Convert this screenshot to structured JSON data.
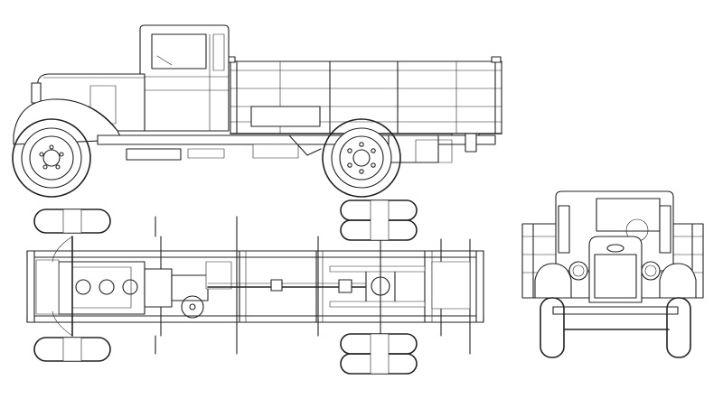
{
  "drawing": {
    "views": [
      "side-view",
      "chassis-plan-view",
      "front-view"
    ],
    "colors": {
      "ink": "#222222",
      "paper": "#ffffff"
    },
    "text_labels": []
  }
}
